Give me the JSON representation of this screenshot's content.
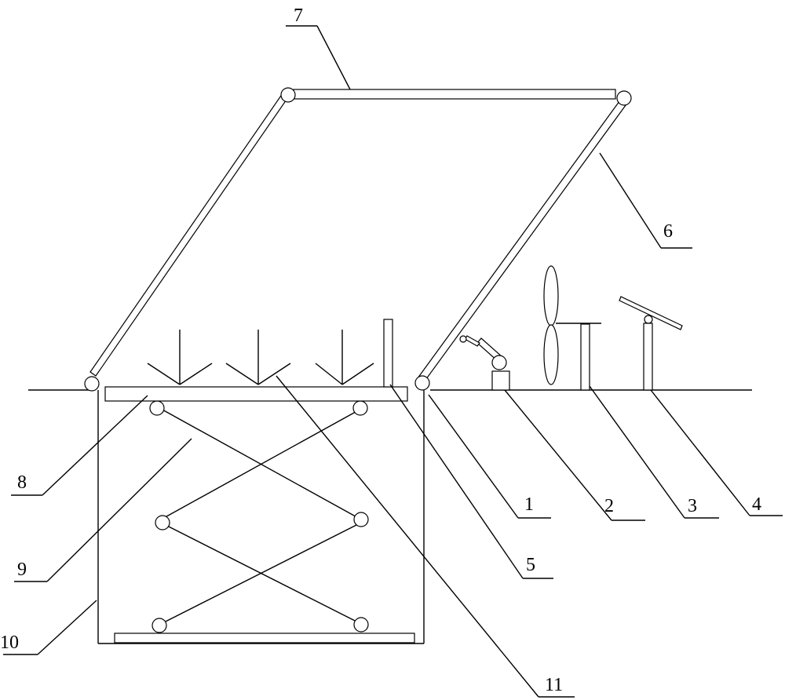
{
  "labels": {
    "l1": "1",
    "l2": "2",
    "l3": "3",
    "l4": "4",
    "l5": "5",
    "l6": "6",
    "l7": "7",
    "l8": "8",
    "l9": "9",
    "l10": "10",
    "l11": "11"
  },
  "colors": {
    "stroke": "#000000",
    "background": "#ffffff"
  }
}
